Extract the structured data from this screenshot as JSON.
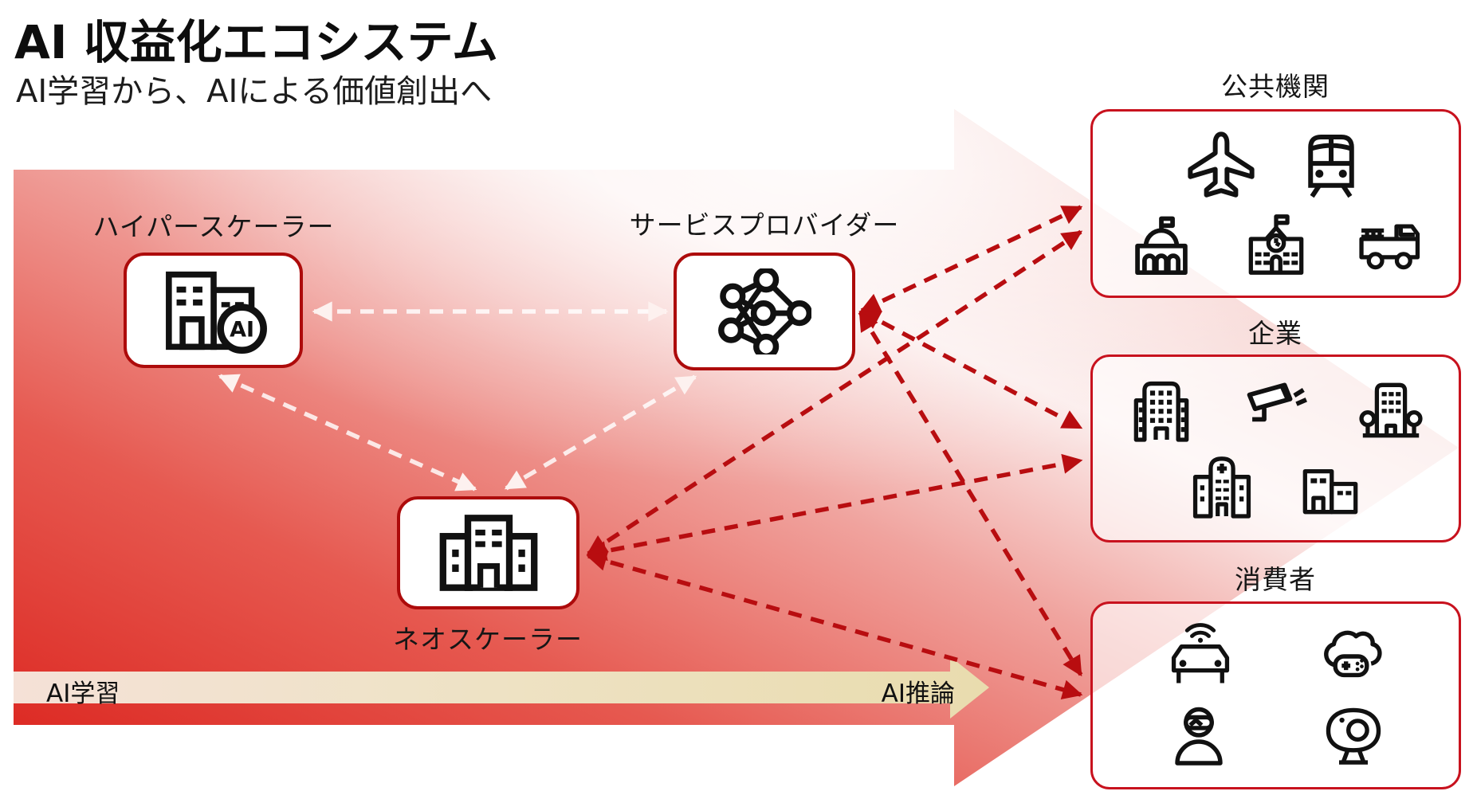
{
  "title": "AI 収益化エコシステム",
  "subtitle": "AI学習から、AIによる価値創出へ",
  "providers": {
    "hyperscaler": {
      "label": "ハイパースケーラー",
      "icon": "office-buildings-ai-badge-icon",
      "badge": "AI"
    },
    "service_provider": {
      "label": "サービスプロバイダー",
      "icon": "neural-network-icon"
    },
    "neoscaler": {
      "label": "ネオスケーラー",
      "icon": "company-building-icon"
    }
  },
  "segments": {
    "public": {
      "label": "公共機関",
      "icons": [
        "airplane-icon",
        "train-icon",
        "government-building-icon",
        "school-icon",
        "fire-truck-icon"
      ]
    },
    "enterprise": {
      "label": "企業",
      "icons": [
        "office-tower-icon",
        "cctv-camera-icon",
        "corporate-campus-icon",
        "hospital-icon",
        "small-office-icon"
      ]
    },
    "consumer": {
      "label": "消費者",
      "icons": [
        "connected-car-icon",
        "cloud-gaming-icon",
        "vr-headset-user-icon",
        "webcam-icon"
      ]
    }
  },
  "flow_axis": {
    "left_label": "AI学習",
    "right_label": "AI推論"
  },
  "connections": {
    "white_bidirectional": [
      "hyperscaler - service_provider",
      "hyperscaler - neoscaler",
      "service_provider - neoscaler"
    ],
    "red_bidirectional": [
      "service_provider - public",
      "service_provider - enterprise",
      "service_provider - consumer",
      "neoscaler - public",
      "neoscaler - enterprise",
      "neoscaler - consumer"
    ]
  },
  "colors": {
    "dashed_red": "#b80d10",
    "node_border": "#ad0b0b",
    "segment_border": "#c8121e",
    "arrow_deep_red": "#db221c",
    "arrow_highlight": "#ffffff",
    "beige_arrow": "#e9dcae",
    "text": "#161616"
  }
}
